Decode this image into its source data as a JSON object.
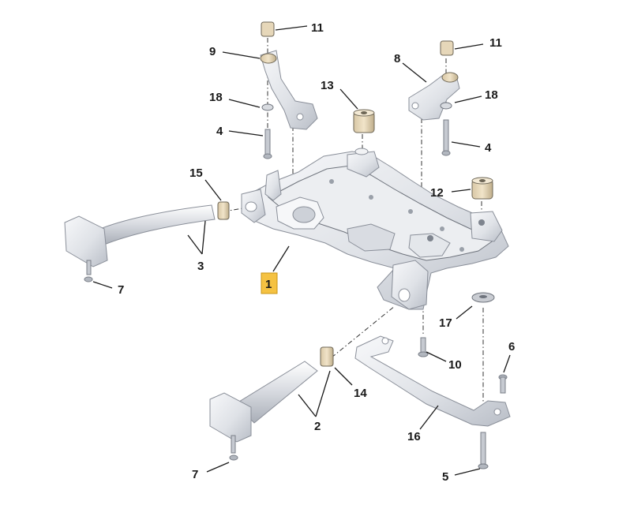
{
  "diagram": {
    "accent_color": "#f5c242",
    "callouts": {
      "c1": "1",
      "c2": "2",
      "c3": "3",
      "c4a": "4",
      "c4b": "4",
      "c5": "5",
      "c6": "6",
      "c7a": "7",
      "c7b": "7",
      "c8": "8",
      "c9": "9",
      "c10": "10",
      "c11a": "11",
      "c11b": "11",
      "c12": "12",
      "c13": "13",
      "c14": "14",
      "c15": "15",
      "c16": "16",
      "c17": "17",
      "c18a": "18",
      "c18b": "18"
    }
  }
}
